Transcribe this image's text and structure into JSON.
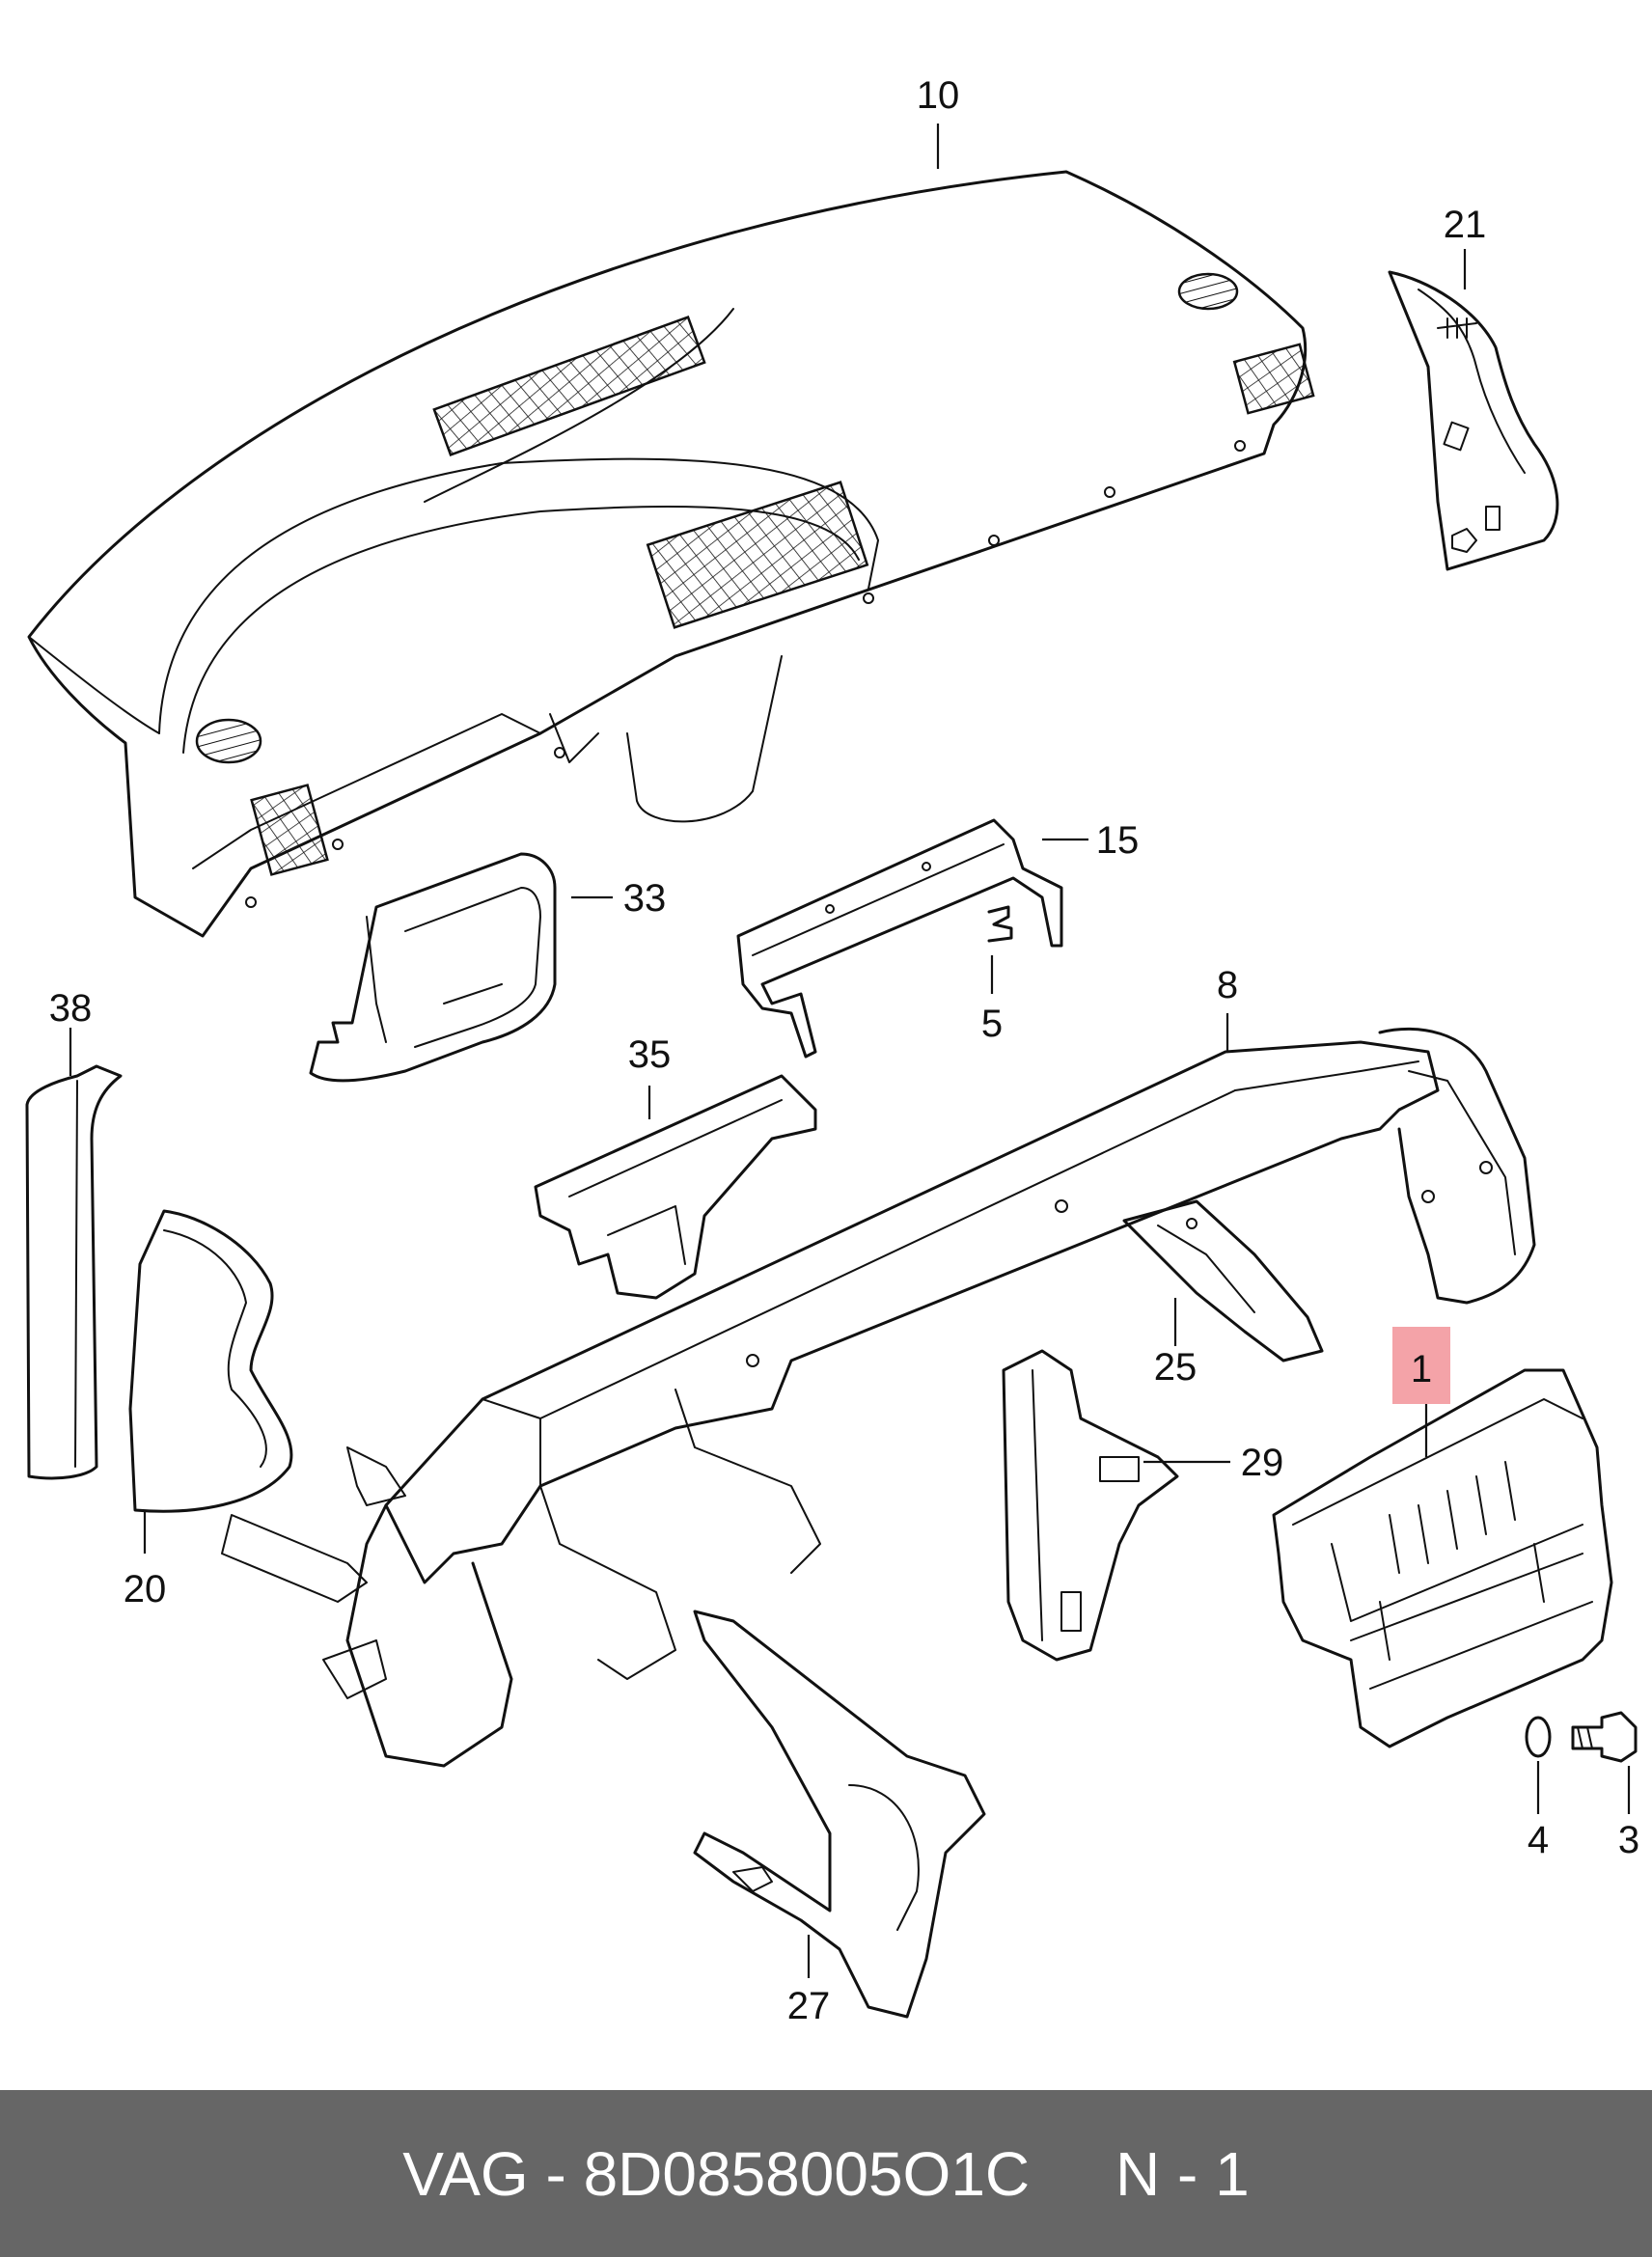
{
  "callouts": [
    {
      "id": "10",
      "label": "10"
    },
    {
      "id": "21",
      "label": "21"
    },
    {
      "id": "15",
      "label": "15"
    },
    {
      "id": "33",
      "label": "33"
    },
    {
      "id": "5",
      "label": "5"
    },
    {
      "id": "8",
      "label": "8"
    },
    {
      "id": "38",
      "label": "38"
    },
    {
      "id": "35",
      "label": "35"
    },
    {
      "id": "25",
      "label": "25"
    },
    {
      "id": "1",
      "label": "1",
      "highlighted": true
    },
    {
      "id": "29",
      "label": "29"
    },
    {
      "id": "20",
      "label": "20"
    },
    {
      "id": "4",
      "label": "4"
    },
    {
      "id": "3",
      "label": "3"
    },
    {
      "id": "27",
      "label": "27"
    }
  ],
  "highlight_color": "#f4a3a8",
  "footer": {
    "text": "VAG - 8D0858005O1C     N - 1",
    "background": "#666666",
    "color": "#ffffff"
  }
}
